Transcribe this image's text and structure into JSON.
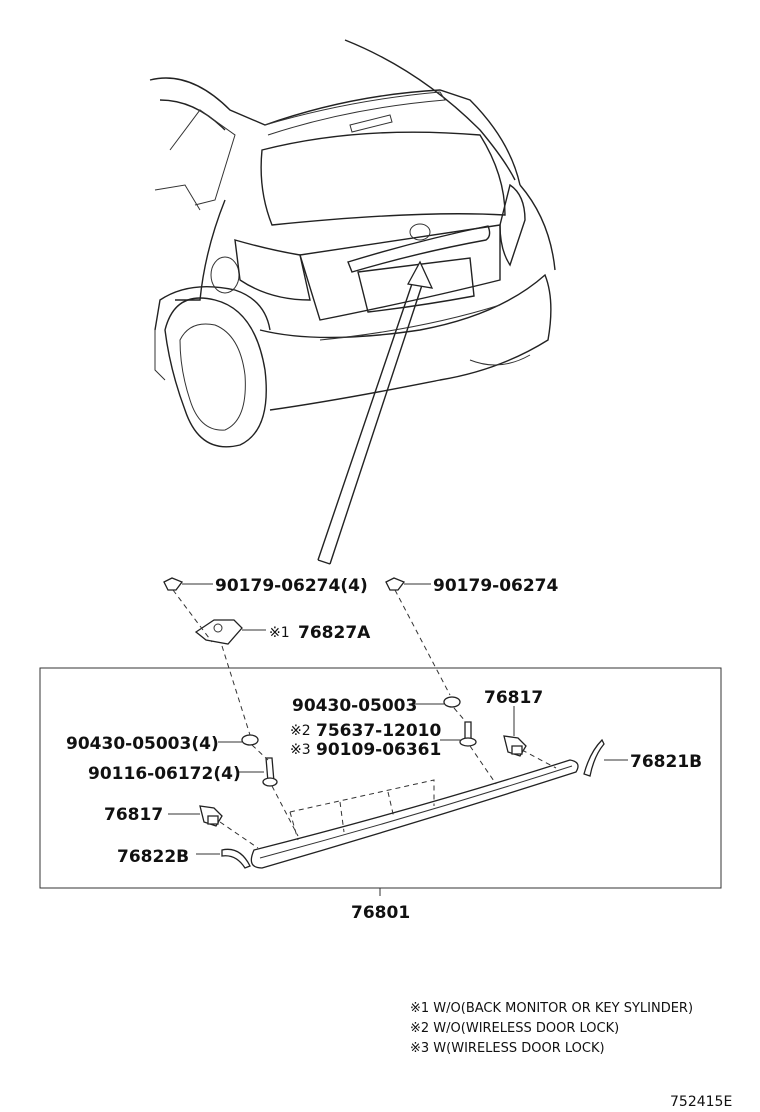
{
  "callouts": {
    "clip_left": "90179-06274(4)",
    "clip_right": "90179-06274",
    "bracket_mark": "※1",
    "bracket_part": "76827A",
    "washer_right": "90430-05003",
    "part_76817_right": "76817",
    "screw_mark2": "※2",
    "screw_part2": "75637-12010",
    "screw_mark3": "※3",
    "screw_part3": "90109-06361",
    "washer_left": "90430-05003(4)",
    "bolt_left": "90116-06172(4)",
    "part_76817_left": "76817",
    "cap_right": "76821B",
    "cap_left": "76822B",
    "assembly": "76801"
  },
  "notes": [
    "※1 W/O(BACK MONITOR OR KEY SYLINDER)",
    "※2 W/O(WIRELESS DOOR LOCK)",
    "※3 W(WIRELESS DOOR LOCK)"
  ],
  "figure_id": "752415E"
}
